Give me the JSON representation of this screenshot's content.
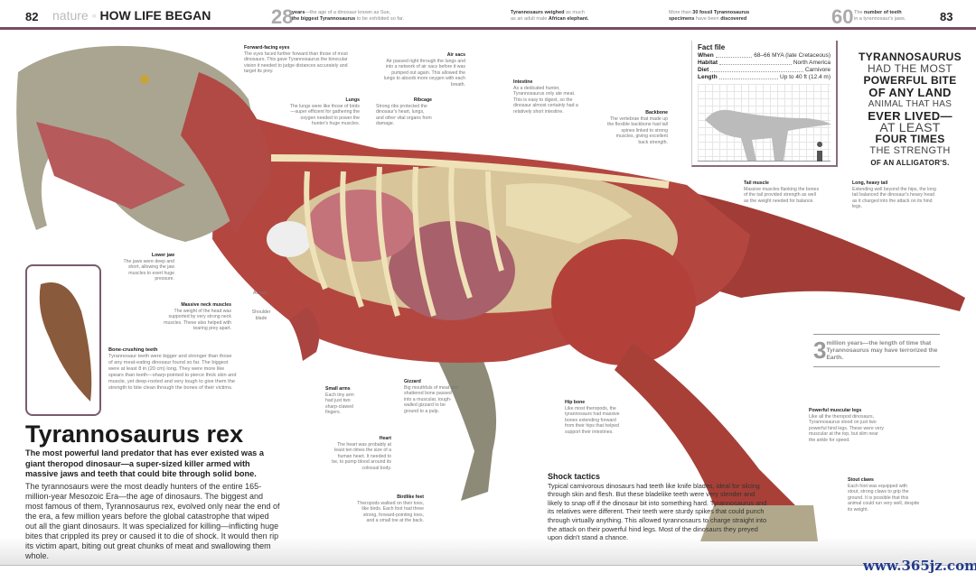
{
  "header": {
    "page_left": "82",
    "section": "nature",
    "chapter": "HOW LIFE BEGAN",
    "page_right": "83",
    "stat1": {
      "num": "28",
      "text_bold": "years",
      "text": "—the age of a dinosaur known as Sue,",
      "text2_bold": "the biggest Tyrannosaurus",
      "text2": " to be exhibited so far."
    },
    "stat2": {
      "b1": "Tyrannosaurs weighed",
      "t1": " as much",
      "t2": "as an adult male ",
      "b2": "African elephant."
    },
    "stat3": {
      "t1": "More than ",
      "b1": "30 fossil Tyrannosaurus",
      "b2": "specimens",
      "t2": " have been ",
      "b3": "discovered"
    },
    "stat4": {
      "num": "60",
      "t1": "The ",
      "b1": "number of teeth",
      "t2": "in a tyrannosaur's jaws."
    }
  },
  "fact_file": {
    "title": "Fact file",
    "rows": [
      {
        "k": "When",
        "v": "68–66 MYA (late Cretaceous)"
      },
      {
        "k": "Habitat",
        "v": "North America"
      },
      {
        "k": "Diet",
        "v": "Carnivore"
      },
      {
        "k": "Length",
        "v": "Up to 40 ft (12.4 m)"
      }
    ]
  },
  "quote": [
    "TYRANNOSAURUS",
    "HAD THE MOST",
    "POWERFUL BITE",
    "OF ANY LAND",
    "ANIMAL THAT HAS",
    "EVER LIVED—",
    "AT LEAST",
    "FOUR TIMES",
    "THE STRENGTH",
    "OF AN ALLIGATOR'S."
  ],
  "annotations": {
    "eyes": {
      "t": "Forward-facing eyes",
      "d": "The eyes faced further forward than those of most dinosaurs. This gave Tyrannosaurus the binocular vision it needed to judge distances accurately and target its prey."
    },
    "air_sacs": {
      "t": "Air sacs",
      "d": "Air passed right through the lungs and into a network of air sacs before it was pumped out again. This allowed the lungs to absorb more oxygen with each breath."
    },
    "lungs": {
      "t": "Lungs",
      "d": "The lungs were like those of birds—super efficient for gathering the oxygen needed to power the hunter's huge muscles."
    },
    "ribcage": {
      "t": "Ribcage",
      "d": "Strong ribs protected the dinosaur's heart, lungs, and other vital organs from damage."
    },
    "intestine": {
      "t": "Intestine",
      "d": "As a dedicated hunter, Tyrannosaurus only ate meat. This is easy to digest, so the dinosaur almost certainly had a relatively short intestine."
    },
    "backbone": {
      "t": "Backbone",
      "d": "The vertebrae that made up the flexible backbone had tall spines linked to strong muscles, giving excellent back strength."
    },
    "tail_muscle": {
      "t": "Tail muscle",
      "d": "Massive muscles flanking the bones of the tail provided strength as well as the weight needed for balance."
    },
    "long_tail": {
      "t": "Long, heavy tail",
      "d": "Extending well beyond the hips, the long tail balanced the dinosaur's heavy head as it charged into the attack on its hind legs."
    },
    "lower_jaw": {
      "t": "Lower jaw",
      "d": "The jaws were deep and short, allowing the jaw muscles to exert huge pressure."
    },
    "neck": {
      "t": "Massive neck muscles",
      "d": "The weight of the head was supported by very strong neck muscles. These also helped with tearing prey apart."
    },
    "air_sac": {
      "t": "Air sac"
    },
    "shoulder": {
      "t": "Shoulder blade"
    },
    "teeth": {
      "t": "Bone-crushing teeth",
      "d": "Tyrannosaur teeth were bigger and stronger than those of any meat-eating dinosaur found so far. The biggest were at least 8 in (20 cm) long. They were more like spears than teeth—sharp-pointed to pierce thick skin and muscle, yet deep-rooted and very tough to give them the strength to bite clean through the bones of their victims."
    },
    "arms": {
      "t": "Small arms",
      "d": "Each tiny arm had just two sharp-clawed fingers."
    },
    "gizzard": {
      "t": "Gizzard",
      "d": "Big mouthfuls of meat and shattered bone passed into a muscular, tough-walled gizzard to be ground to a pulp."
    },
    "hip": {
      "t": "Hip bone",
      "d": "Like most theropods, the tyrannosaurs had massive bones extending forward from their hips that helped support their intestines."
    },
    "heart": {
      "t": "Heart",
      "d": "The heart was probably at least ten times the size of a human heart. It needed to be, to pump blood around its colossal body."
    },
    "feet": {
      "t": "Birdlike feet",
      "d": "Theropods walked on their toes, like birds. Each foot had three strong, forward-pointing toes, and a small toe at the back."
    },
    "legs": {
      "t": "Powerful muscular legs",
      "d": "Like all the theropod dinosaurs, Tyrannosaurus stood on just two powerful hind legs. These were very muscular at the top, but slim near the ankle for speed."
    },
    "claws": {
      "t": "Stout claws",
      "d": "Each foot was equipped with stout, strong claws to grip the ground. It is possible that this animal could run very well, despite its weight."
    }
  },
  "stat_3": {
    "num": "3",
    "text": "million years—the length of time that Tyrannosaurus may have terrorized the Earth."
  },
  "main": {
    "title": "Tyrannosaurus rex",
    "subtitle": "The most powerful land predator that has ever existed was a giant theropod dinosaur—a super-sized killer armed with massive jaws and teeth that could bite through solid bone.",
    "body": "The tyrannosaurs were the most deadly hunters of the entire 165-million-year Mesozoic Era—the age of dinosaurs. The biggest and most famous of them, Tyrannosaurus rex, evolved only near the end of the era, a few million years before the global catastrophe that wiped out all the giant dinosaurs. It was specialized for killing—inflicting huge bites that crippled its prey or caused it to die of shock. It would then rip its victim apart, biting out great chunks of meat and swallowing them whole."
  },
  "shock": {
    "t": "Shock tactics",
    "d": "Typical carnivorous dinosaurs had teeth like knife blades, ideal for slicing through skin and flesh. But these bladelike teeth were very slender and likely to snap off if the dinosaur bit into something hard. Tyrannosaurus and its relatives were different. Their teeth were sturdy spikes that could punch through virtually anything. This allowed tyrannosaurs to charge straight into the attack on their powerful hind legs. Most of the dinosaurs they preyed upon didn't stand a chance."
  },
  "watermark": "www.365jz.com"
}
